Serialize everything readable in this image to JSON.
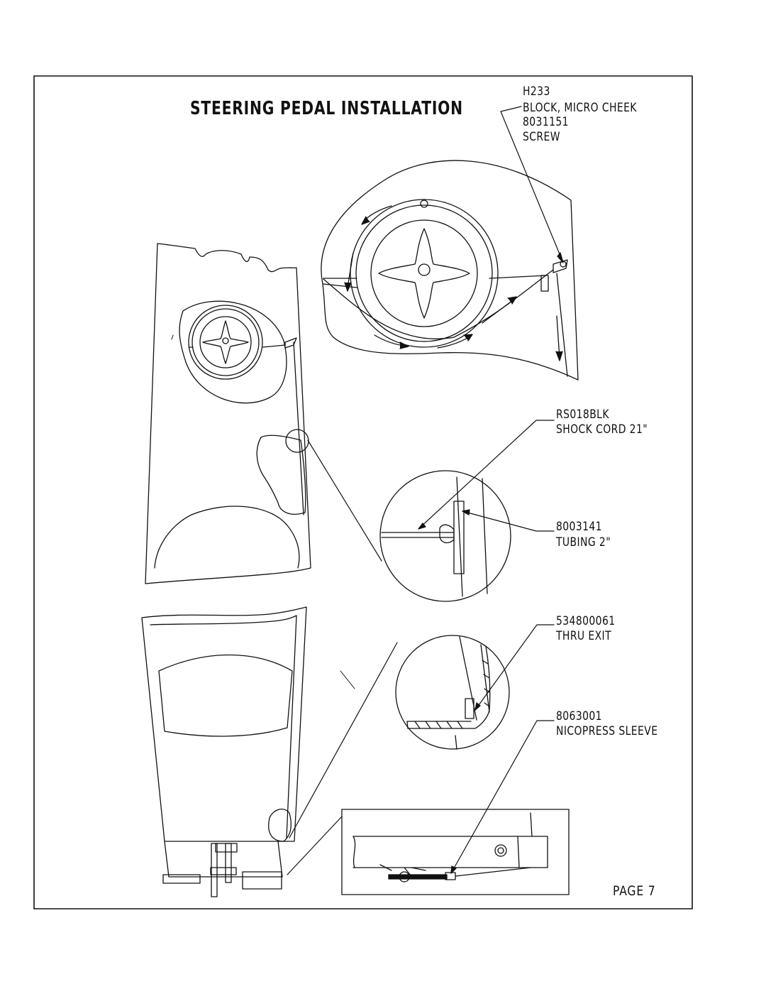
{
  "title": "STEERING PEDAL INSTALLATION",
  "page_label": "PAGE 7",
  "callouts": {
    "block": {
      "part": "H233",
      "name": "BLOCK, MICRO CHEEK",
      "part2": "8031151",
      "name2": "SCREW"
    },
    "shock_cord": {
      "part": "RS018BLK",
      "name": "SHOCK CORD 21\""
    },
    "tubing": {
      "part": "8003141",
      "name": "TUBING 2\""
    },
    "thru_exit": {
      "part": "534800061",
      "name": "THRU EXIT"
    },
    "sleeve": {
      "part": "8063001",
      "name": "NICOPRESS SLEEVE"
    }
  },
  "colors": {
    "line": "#111111",
    "paper": "#ffffff"
  }
}
